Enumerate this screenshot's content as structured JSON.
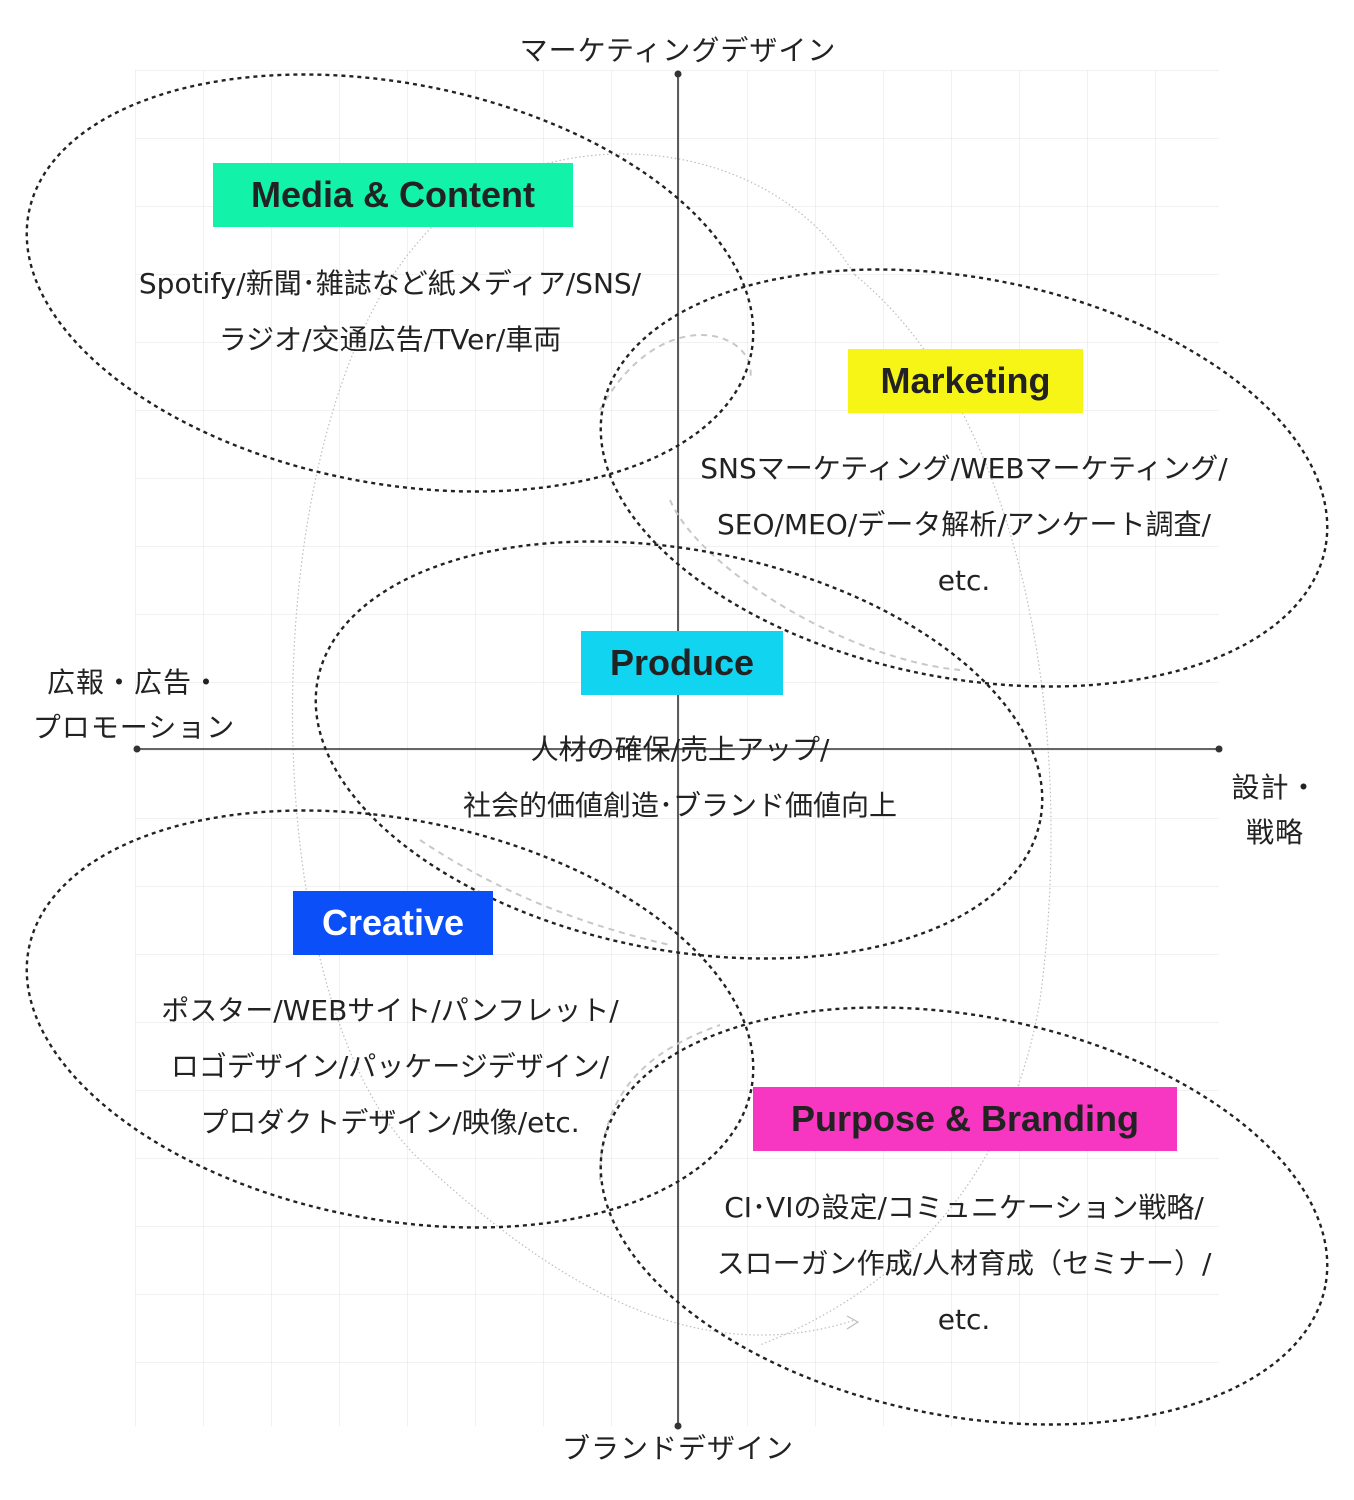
{
  "axes": {
    "top": "マーケティングデザイン",
    "bottom": "ブランドデザイン",
    "left": [
      "広報・広告・",
      "プロモーション"
    ],
    "right": [
      "設計・",
      "戦略"
    ]
  },
  "groups": [
    {
      "key": "media",
      "title": "Media & Content",
      "color": "#12f2a8",
      "text_color": "#222222",
      "lines": [
        "Spotify/新聞･雑誌など紙メディア/SNS/",
        "ラジオ/交通広告/TVer/車両"
      ]
    },
    {
      "key": "marketing",
      "title": "Marketing",
      "color": "#f7f516",
      "text_color": "#222222",
      "lines": [
        "SNSマーケティング/WEBマーケティング/",
        "SEO/MEO/データ解析/アンケート調査/",
        "etc."
      ]
    },
    {
      "key": "produce",
      "title": "Produce",
      "color": "#10d4f0",
      "text_color": "#222222",
      "lines": [
        "人材の確保/売上アップ/",
        "社会的価値創造･ブランド価値向上"
      ]
    },
    {
      "key": "creative",
      "title": "Creative",
      "color": "#0a4ff7",
      "text_color": "#ffffff",
      "lines": [
        "ポスター/WEBサイト/パンフレット/",
        "ロゴデザイン/パッケージデザイン/",
        "プロダクトデザイン/映像/etc."
      ]
    },
    {
      "key": "purpose",
      "title": "Purpose & Branding",
      "color": "#f736c2",
      "text_color": "#222222",
      "lines": [
        "CI･VIの設定/コミュニケーション戦略/",
        "スローガン作成/人材育成（セミナー）/",
        "etc."
      ]
    }
  ]
}
